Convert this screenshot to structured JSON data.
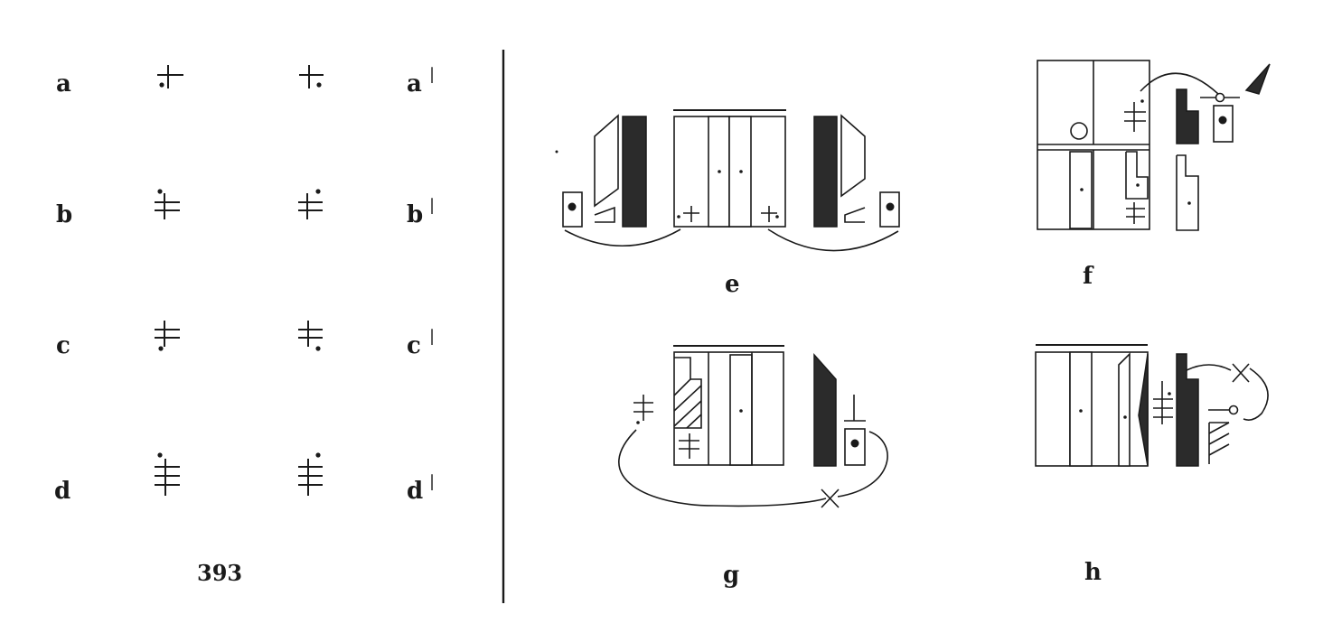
{
  "figure_number": "393",
  "rows_left": [
    {
      "label": "a"
    },
    {
      "label": "b"
    },
    {
      "label": "c"
    },
    {
      "label": "d"
    }
  ],
  "rows_right": [
    {
      "label": "a",
      "prime": "|"
    },
    {
      "label": "b",
      "prime": "|"
    },
    {
      "label": "c",
      "prime": "|"
    },
    {
      "label": "d",
      "prime": "|"
    }
  ],
  "panels": {
    "e": {
      "label": "e"
    },
    "f": {
      "label": "f"
    },
    "g": {
      "label": "g"
    },
    "h": {
      "label": "h"
    }
  }
}
